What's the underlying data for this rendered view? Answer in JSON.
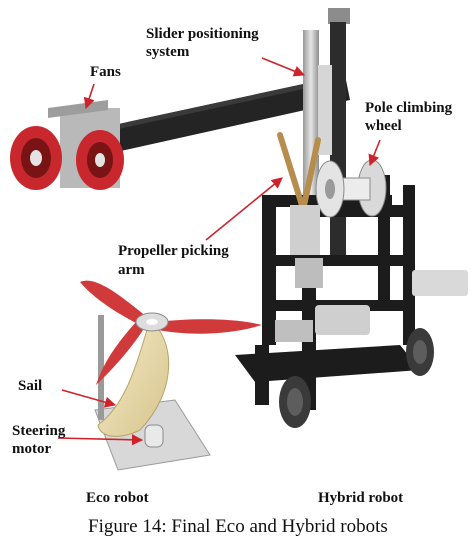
{
  "labels": {
    "slider_line1": "Slider positioning",
    "slider_line2": "system",
    "fans": "Fans",
    "pole_line1": "Pole climbing",
    "pole_line2": "wheel",
    "propeller_line1": "Propeller picking",
    "propeller_line2": "arm",
    "sail": "Sail",
    "steering_line1": "Steering",
    "steering_line2": "motor"
  },
  "sublabels": {
    "eco": "Eco robot",
    "hybrid": "Hybrid robot"
  },
  "caption": "Figure 14: Final Eco and Hybrid robots",
  "colors": {
    "frame": "#1c1c1c",
    "arm": "#242424",
    "fan_red": "#c8282d",
    "propeller_red": "#d13a3a",
    "sail": "#e9dcae",
    "metal": "#c9c9c9",
    "arrow": "#d0222a"
  }
}
